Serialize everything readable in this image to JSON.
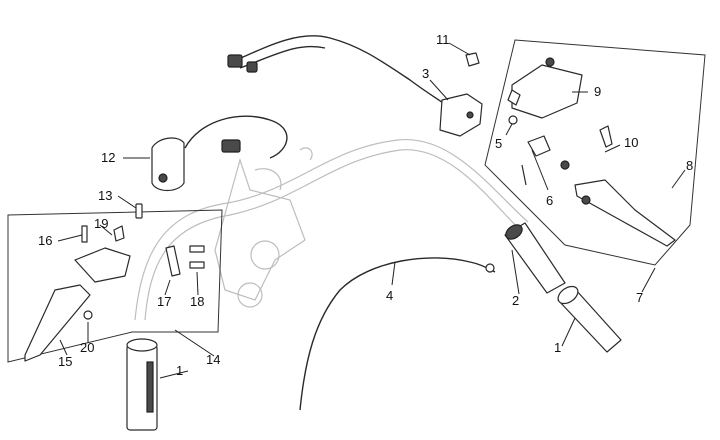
{
  "callouts": [
    {
      "id": "p1a",
      "label": "1"
    },
    {
      "id": "p1b",
      "label": "1"
    },
    {
      "id": "p2",
      "label": "2"
    },
    {
      "id": "p3",
      "label": "3"
    },
    {
      "id": "p4",
      "label": "4"
    },
    {
      "id": "p5",
      "label": "5"
    },
    {
      "id": "p6",
      "label": "6"
    },
    {
      "id": "p7",
      "label": "7"
    },
    {
      "id": "p8",
      "label": "8"
    },
    {
      "id": "p9",
      "label": "9"
    },
    {
      "id": "p10",
      "label": "10"
    },
    {
      "id": "p11",
      "label": "11"
    },
    {
      "id": "p12",
      "label": "12"
    },
    {
      "id": "p13",
      "label": "13"
    },
    {
      "id": "p14",
      "label": "14"
    },
    {
      "id": "p15",
      "label": "15"
    },
    {
      "id": "p16",
      "label": "16"
    },
    {
      "id": "p17",
      "label": "17"
    },
    {
      "id": "p18",
      "label": "18"
    },
    {
      "id": "p19",
      "label": "19"
    },
    {
      "id": "p20",
      "label": "20"
    }
  ]
}
